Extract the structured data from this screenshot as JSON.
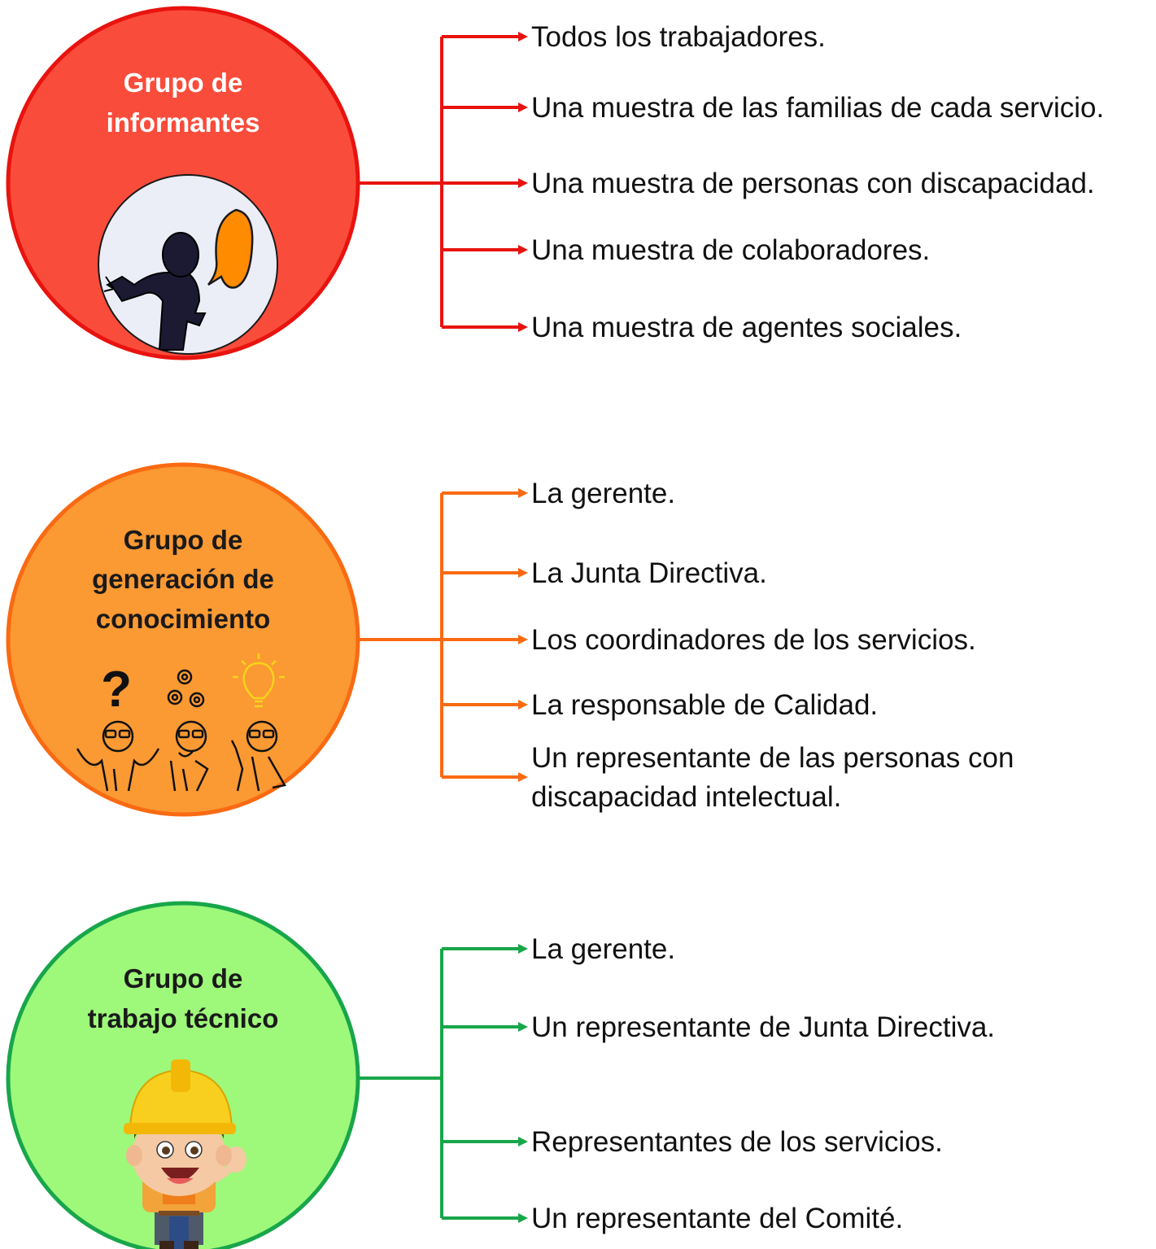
{
  "groups": [
    {
      "title_lines": [
        "Grupo de",
        "informantes"
      ],
      "color": "#e8130f",
      "fill": "#fa4c3b",
      "title_color": "#ffffff",
      "icon": "speaking-person-icon",
      "items": [
        [
          "Todos los trabajadores."
        ],
        [
          "Una muestra de las familias de cada servicio."
        ],
        [
          "Una muestra de personas con discapacidad."
        ],
        [
          "Una muestra de colaboradores."
        ],
        [
          "Una muestra de agentes sociales."
        ]
      ]
    },
    {
      "title_lines": [
        "Grupo de",
        "generación de",
        "conocimiento"
      ],
      "color": "#f96a12",
      "fill": "#fb9933",
      "title_color": "#1a1a1a",
      "icon": "thinking-people-icon",
      "items": [
        [
          "La gerente."
        ],
        [
          "La Junta Directiva."
        ],
        [
          "Los coordinadores de los servicios."
        ],
        [
          "La responsable de Calidad."
        ],
        [
          "Un representante de las personas con",
          "discapacidad intelectual."
        ]
      ]
    },
    {
      "title_lines": [
        "Grupo de",
        "trabajo técnico"
      ],
      "color": "#18a64a",
      "fill": "#9ef87a",
      "title_color": "#1a1a1a",
      "icon": "construction-worker-icon",
      "items": [
        [
          "La gerente."
        ],
        [
          "Un representante de Junta Directiva."
        ],
        [
          "Representantes de los servicios."
        ],
        [
          "Un representante del Comité."
        ]
      ]
    }
  ]
}
